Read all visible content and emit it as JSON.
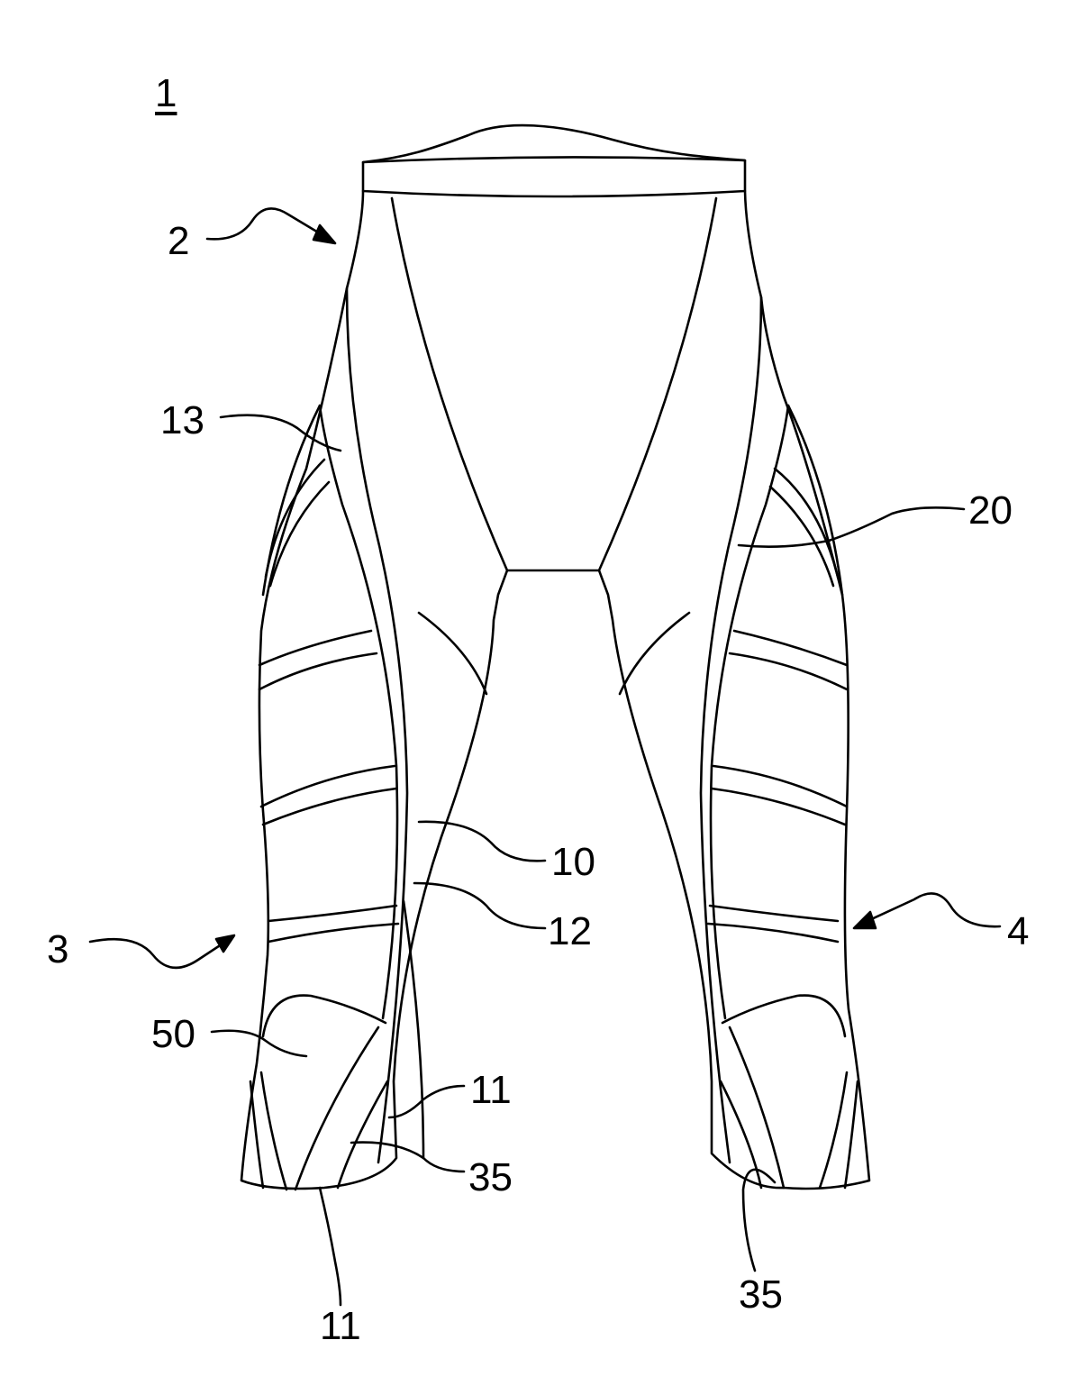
{
  "figure": {
    "reference_numerals": {
      "garment": "1",
      "waist_arrow": "2",
      "left_leg": "3",
      "right_leg": "4",
      "panel_13": "13",
      "panel_20": "20",
      "panel_10": "10",
      "panel_12": "12",
      "panel_50": "50",
      "hem_11_upper": "11",
      "hem_35_left": "35",
      "hem_11_lower": "11",
      "hem_35_right": "35"
    }
  }
}
